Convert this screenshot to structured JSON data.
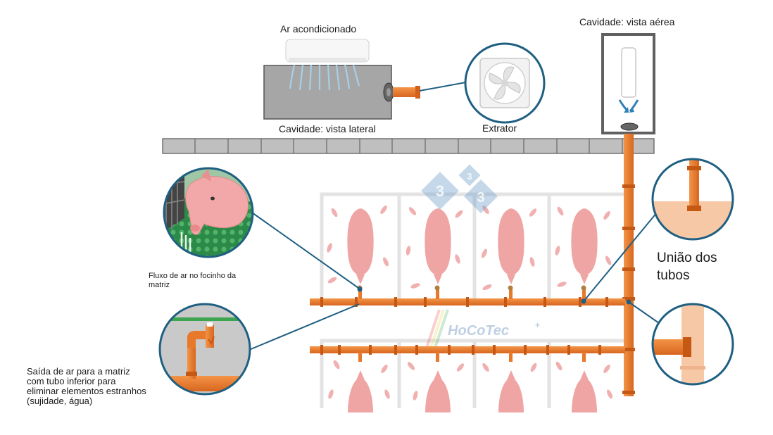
{
  "labels": {
    "ac": "Ar acondicionado",
    "cavity_side": "Cavidade: vista lateral",
    "extractor": "Extrator",
    "cavity_top": "Cavidade: vista aérea",
    "airflow_line1": "Fluxo de ar no focinho da",
    "airflow_line2": "matriz",
    "outlet_line1": "Saída de ar para a matriz",
    "outlet_line2": "com tubo inferior para",
    "outlet_line3": "eliminar elementos estranhos",
    "outlet_line4": "(sujidade, água)",
    "union_line1": "União dos",
    "union_line2": "tubos"
  },
  "watermark": {
    "brand": "HoCoTec",
    "plus": "+",
    "badge": "3"
  },
  "colors": {
    "pipe": "#e8782a",
    "circle_border": "#1f5f82",
    "wall_fill": "#bfbfbf",
    "cavity_fill": "#a6a6a6",
    "pen_frame": "#e3e3e3",
    "pig": "#f0a5a5",
    "water_blue": "#a8d4f0",
    "grate_green": "#2c8a48"
  }
}
